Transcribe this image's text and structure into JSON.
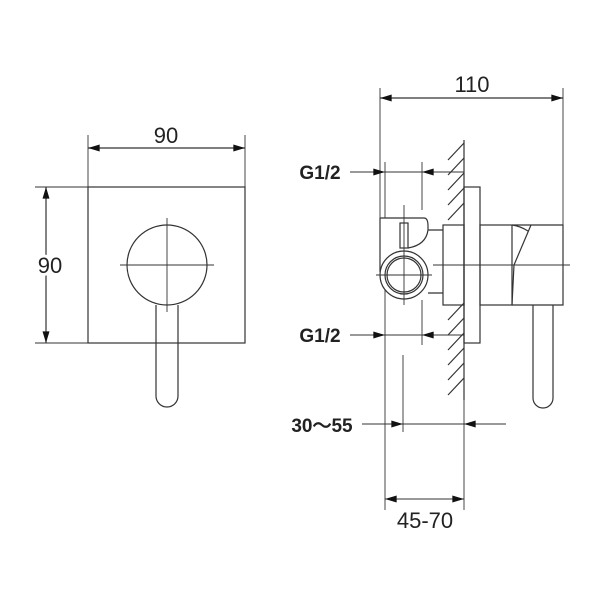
{
  "front_view": {
    "width_label": "90",
    "height_label": "90"
  },
  "side_view": {
    "depth_label": "110",
    "inlet_top_label": "G1/2",
    "inlet_bottom_label": "G1/2",
    "wall_range_label": "30～55",
    "install_depth_label": "45-70"
  }
}
